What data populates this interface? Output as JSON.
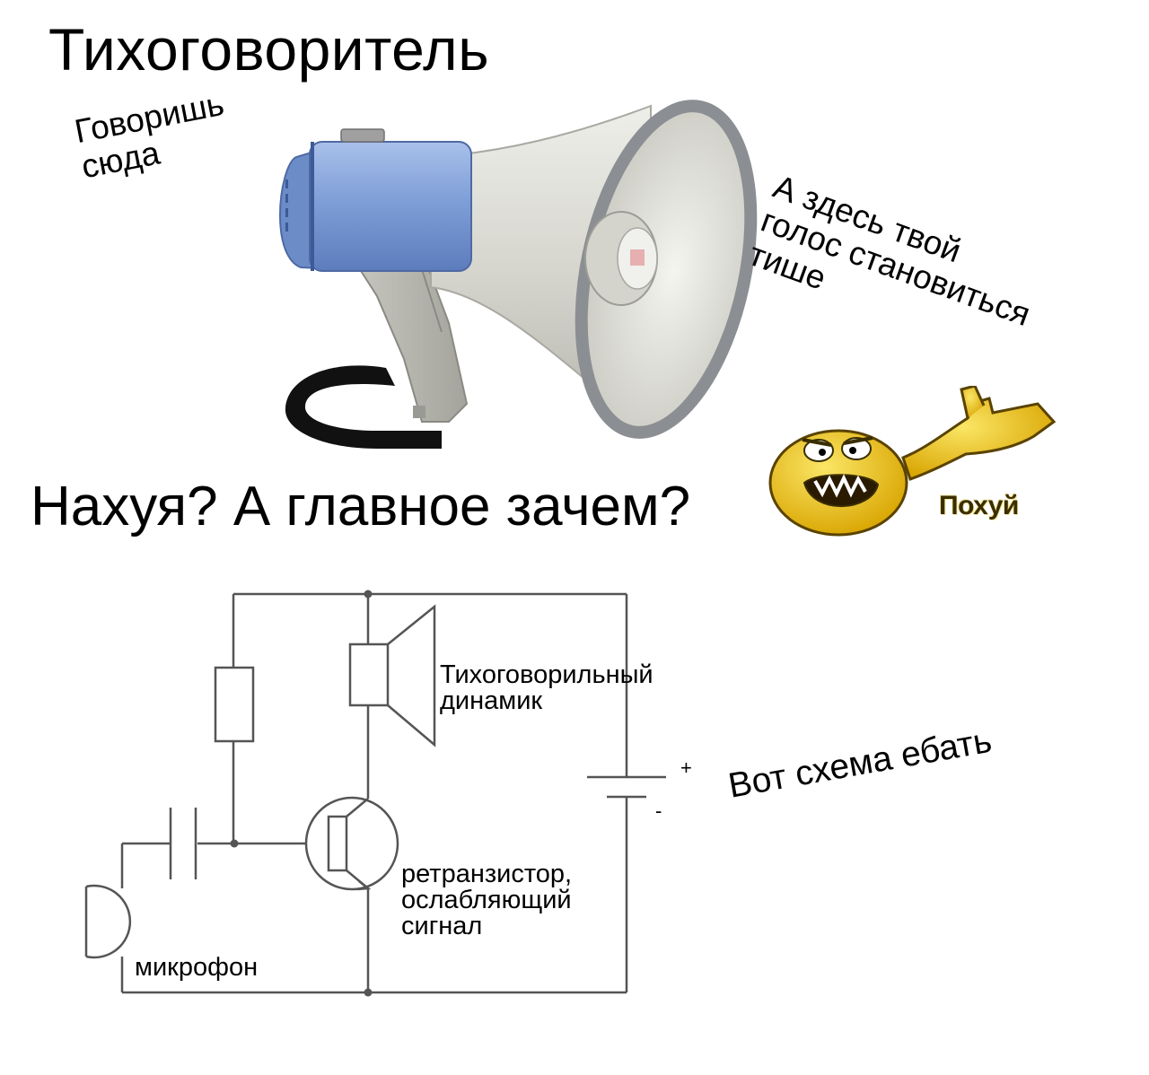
{
  "title": "Тихоговоритель",
  "speak_here": [
    "Говоришь",
    "сюда"
  ],
  "quieter": [
    "А здесь твой",
    "голос становиться",
    "тише"
  ],
  "question": "Нахуя? А главное зачем?",
  "emoji": {
    "label": "Похуй",
    "face_color": "#e8c21c",
    "outline_color": "#5a4300"
  },
  "megaphone": {
    "body_color": "#7f9fd8",
    "horn_color": "#d8d8d0",
    "rim_color": "#8b8e92",
    "strap_color": "#111111"
  },
  "circuit": {
    "speaker_label": [
      "Тихоговорильный",
      "динамик"
    ],
    "transistor_label": [
      "ретранзистор,",
      "ослабляющий",
      "сигнал"
    ],
    "mic_label": "микрофон",
    "battery_plus": "+",
    "battery_minus": "-"
  },
  "scheme_caption": "Вот схема ебать"
}
